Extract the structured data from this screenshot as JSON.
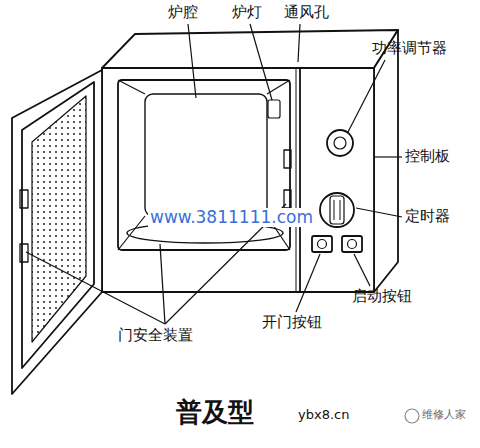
{
  "diagram": {
    "caption": "普及型",
    "labels": [
      "炉腔",
      "炉灯",
      "通风孔",
      "功率调节器",
      "控制板",
      "定时器",
      "开门按钮",
      "启动按钮",
      "门安全装置",
      "www.3811111.com",
      "ybx8.cn",
      "维修人家"
    ]
  }
}
